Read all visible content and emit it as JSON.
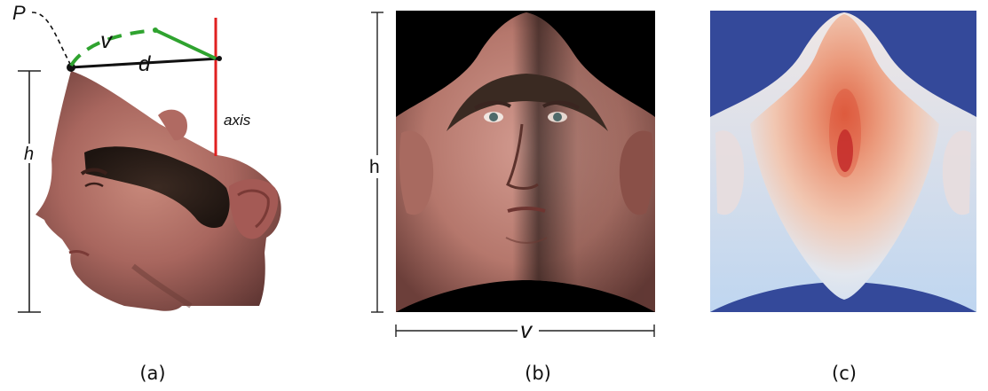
{
  "panel_a": {
    "label_P": "P",
    "label_v": "v",
    "label_d": "d",
    "label_axis": "axis",
    "label_h": "h",
    "caption": "(a)"
  },
  "panel_b": {
    "label_h": "h",
    "label_v": "v",
    "caption": "(b)"
  },
  "panel_c": {
    "caption": "(c)"
  },
  "colors": {
    "axis_red": "#e02020",
    "arc_green": "#2fa32f",
    "depth_background": "#34499a",
    "depth_high": "#d9432b",
    "depth_low": "#dbe8f6"
  }
}
